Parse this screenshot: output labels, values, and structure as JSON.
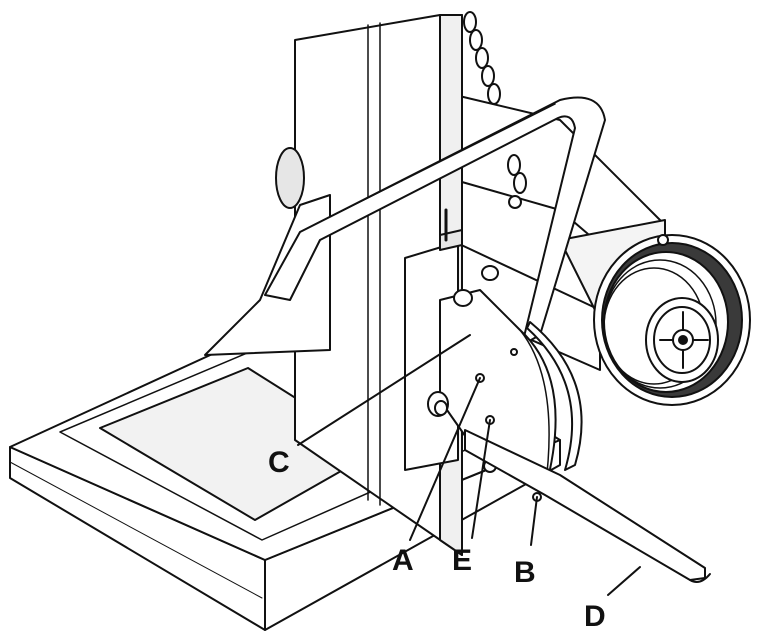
{
  "labels": {
    "a": "A",
    "b": "B",
    "c": "C",
    "d": "D",
    "e": "E"
  },
  "colors": {
    "line": "#111111",
    "fill": "#ffffff",
    "shade": "#e6e6e6",
    "dark": "#3a3a3a"
  }
}
